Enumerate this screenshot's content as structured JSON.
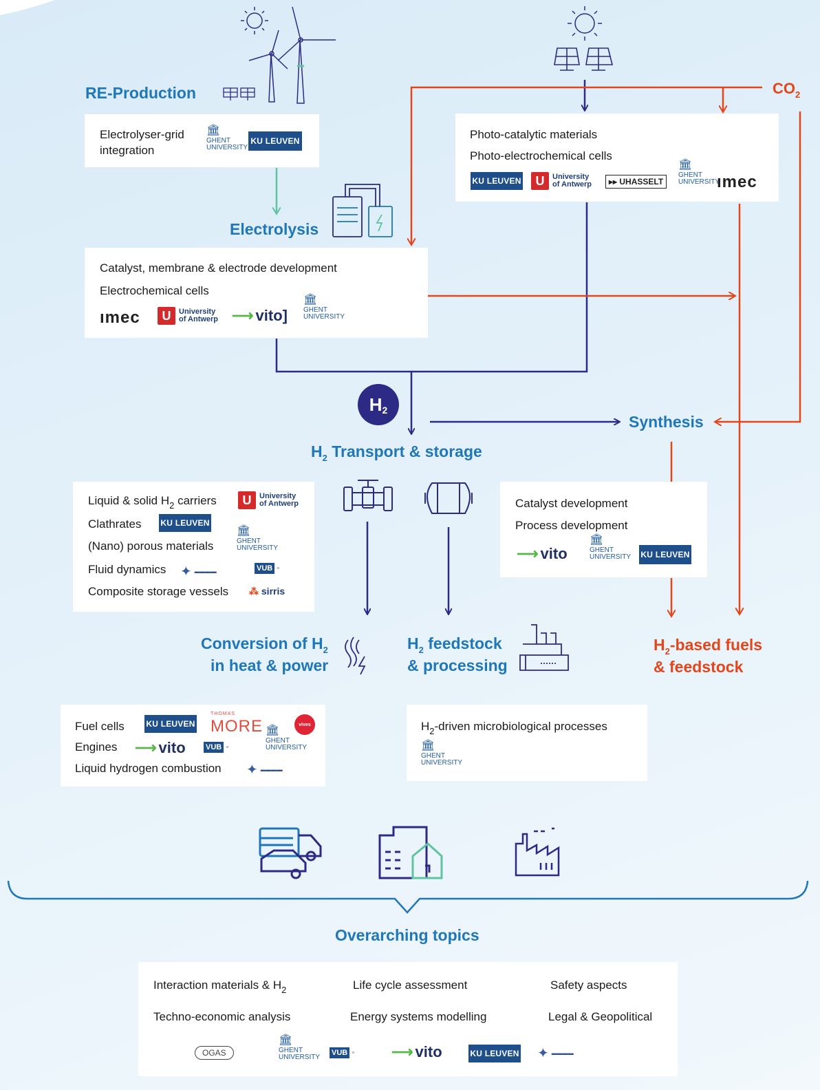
{
  "re_production": {
    "title": "RE-Production",
    "box": {
      "line1": "Electrolyser-grid",
      "line2": "integration"
    }
  },
  "electrolysis": {
    "title": "Electrolysis",
    "box": {
      "line1": "Catalyst, membrane & electrode development",
      "line2": "Electrochemical cells"
    }
  },
  "photo": {
    "line1": "Photo-catalytic materials",
    "line2": "Photo-electrochemical cells"
  },
  "co2": {
    "main": "CO",
    "sub": "2"
  },
  "hub": {
    "main": "H",
    "sub": "2"
  },
  "synthesis": {
    "title": "Synthesis",
    "box": {
      "line1": "Catalyst development",
      "line2": "Process development"
    }
  },
  "transport": {
    "title_a": "H",
    "title_sub": "2",
    "title_b": " Transport & storage",
    "items": {
      "carriers_a": "Liquid & solid H",
      "carriers_sub": "2",
      "carriers_b": " carriers",
      "clathrates": "Clathrates",
      "nano": "(Nano) porous materials",
      "fluid": "Fluid dynamics",
      "composite": "Composite storage vessels"
    }
  },
  "conversion": {
    "line1_a": "Conversion of H",
    "line1_sub": "2",
    "line2": "in heat & power",
    "items": {
      "fuel_cells": "Fuel cells",
      "engines": "Engines",
      "lh2": "Liquid hydrogen combustion"
    }
  },
  "feedstock": {
    "line1_a": "H",
    "line1_sub": "2",
    "line1_b": " feedstock",
    "line2": "& processing",
    "item_a": "H",
    "item_sub": "2",
    "item_b": "-driven microbiological processes"
  },
  "fuels": {
    "line1_a": "H",
    "line1_sub": "2",
    "line1_b": "-based fuels",
    "line2": "& feedstock"
  },
  "overarching": {
    "title": "Overarching topics",
    "interaction_a": "Interaction materials & H",
    "interaction_sub": "2",
    "lca": "Life cycle assessment",
    "safety": "Safety aspects",
    "tea": "Techno-economic analysis",
    "esm": "Energy systems modelling",
    "legal": "Legal & Geopolitical"
  },
  "logos": {
    "kul": "KU LEUVEN",
    "ghent_1": "GHENT",
    "ghent_2": "UNIVERSITY",
    "ua_1": "University",
    "ua_2": "of Antwerp",
    "ua_mark": "U",
    "uhasselt": "▸▸ UHASSELT",
    "imec": "ımec",
    "vito": "vito",
    "sirris": "sirris",
    "thomas": "THOMAS",
    "more": "MORE",
    "vives": "vives",
    "vub": "VUB",
    "cogas": "OGAS"
  },
  "colors": {
    "blue_heading": "#1f77b8",
    "navy_line": "#2c2a85",
    "orange_line": "#e4461c",
    "green_line": "#5fc3a0"
  },
  "icons": [
    "sun-icon",
    "wind-turbine-icon",
    "solar-panel-icon",
    "electrolyser-icon",
    "valve-icon",
    "tank-icon",
    "heat-power-icon",
    "factory-icon",
    "transport-icon",
    "buildings-icon",
    "industry-icon"
  ]
}
